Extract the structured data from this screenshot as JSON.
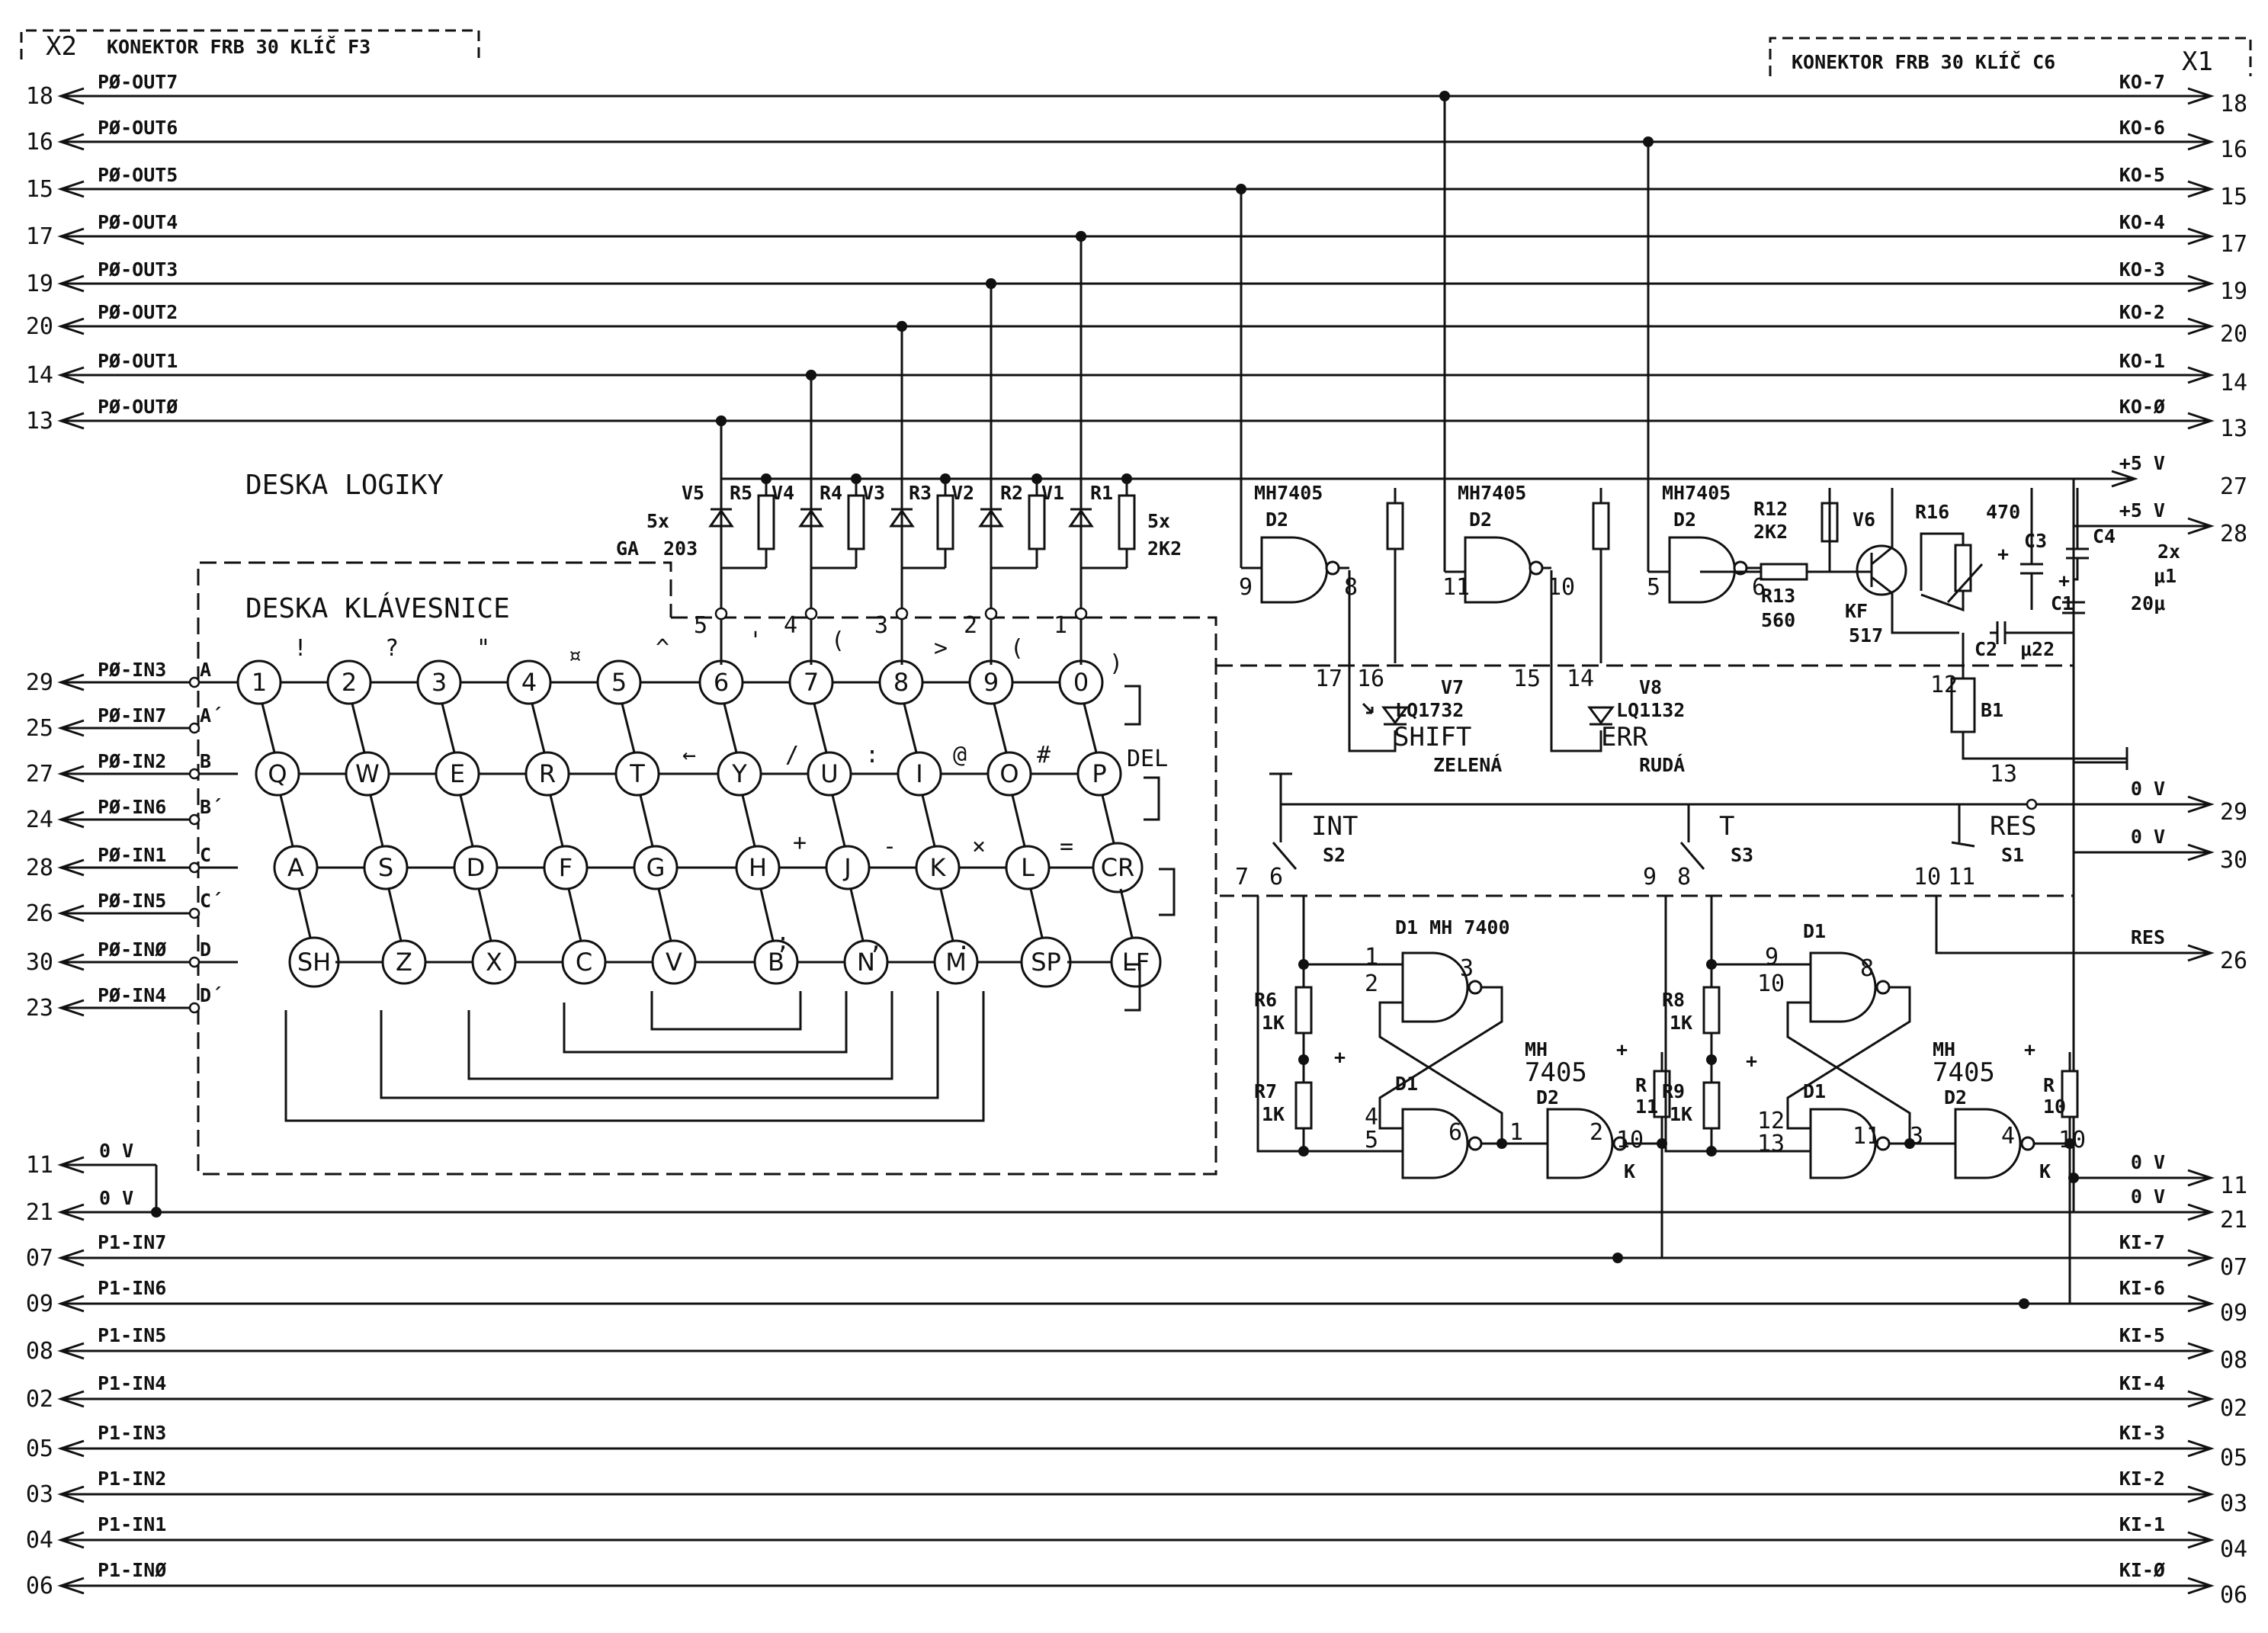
{
  "connector_x2": {
    "label": "X2",
    "title": "KONEKTOR FRB 30 KLÍČ F3"
  },
  "connector_x1": {
    "label": "X1",
    "title": "KONEKTOR FRB 30 KLÍČ C6"
  },
  "boards": {
    "logic": "DESKA LOGIKY",
    "keyboard": "DESKA KLÁVESNICE"
  },
  "out_lines": [
    {
      "lpin": "18",
      "lsig": "PØ-OUT7",
      "rsig": "KO-7",
      "rpin": "18"
    },
    {
      "lpin": "16",
      "lsig": "PØ-OUT6",
      "rsig": "KO-6",
      "rpin": "16"
    },
    {
      "lpin": "15",
      "lsig": "PØ-OUT5",
      "rsig": "KO-5",
      "rpin": "15"
    },
    {
      "lpin": "17",
      "lsig": "PØ-OUT4",
      "rsig": "KO-4",
      "rpin": "17"
    },
    {
      "lpin": "19",
      "lsig": "PØ-OUT3",
      "rsig": "KO-3",
      "rpin": "19"
    },
    {
      "lpin": "20",
      "lsig": "PØ-OUT2",
      "rsig": "KO-2",
      "rpin": "20"
    },
    {
      "lpin": "14",
      "lsig": "PØ-OUT1",
      "rsig": "KO-1",
      "rpin": "14"
    },
    {
      "lpin": "13",
      "lsig": "PØ-OUTØ",
      "rsig": "KO-Ø",
      "rpin": "13"
    }
  ],
  "in_lines": [
    {
      "lpin": "29",
      "lsig": "PØ-IN3",
      "row": "A"
    },
    {
      "lpin": "25",
      "lsig": "PØ-IN7",
      "row": "A´"
    },
    {
      "lpin": "27",
      "lsig": "PØ-IN2",
      "row": "B"
    },
    {
      "lpin": "24",
      "lsig": "PØ-IN6",
      "row": "B´"
    },
    {
      "lpin": "28",
      "lsig": "PØ-IN1",
      "row": "C"
    },
    {
      "lpin": "26",
      "lsig": "PØ-IN5",
      "row": "C´"
    },
    {
      "lpin": "30",
      "lsig": "PØ-INØ",
      "row": "D"
    },
    {
      "lpin": "23",
      "lsig": "PØ-IN4",
      "row": "D´"
    }
  ],
  "ground_left": [
    {
      "lpin": "11",
      "lsig": "0 V"
    },
    {
      "lpin": "21",
      "lsig": "0 V"
    }
  ],
  "ki_lines": [
    {
      "lpin": "07",
      "lsig": "P1-IN7",
      "rsig": "KI-7",
      "rpin": "07"
    },
    {
      "lpin": "09",
      "lsig": "P1-IN6",
      "rsig": "KI-6",
      "rpin": "09"
    },
    {
      "lpin": "08",
      "lsig": "P1-IN5",
      "rsig": "KI-5",
      "rpin": "08"
    },
    {
      "lpin": "02",
      "lsig": "P1-IN4",
      "rsig": "KI-4",
      "rpin": "02"
    },
    {
      "lpin": "05",
      "lsig": "P1-IN3",
      "rsig": "KI-3",
      "rpin": "05"
    },
    {
      "lpin": "03",
      "lsig": "P1-IN2",
      "rsig": "KI-2",
      "rpin": "03"
    },
    {
      "lpin": "04",
      "lsig": "P1-IN1",
      "rsig": "KI-1",
      "rpin": "04"
    },
    {
      "lpin": "06",
      "lsig": "P1-INØ",
      "rsig": "KI-Ø",
      "rpin": "06"
    }
  ],
  "right_power": [
    {
      "sig": "+5 V",
      "pin": "27"
    },
    {
      "sig": "+5 V",
      "pin": "28"
    },
    {
      "sig": "0 V",
      "pin": "29"
    },
    {
      "sig": "0 V",
      "pin": "30"
    },
    {
      "sig": "RES",
      "pin": "26"
    },
    {
      "sig": "0 V",
      "pin": "11"
    },
    {
      "sig": "0 V",
      "pin": "21"
    }
  ],
  "keys": [
    [
      "1",
      "2",
      "3",
      "4",
      "5",
      "6",
      "7",
      "8",
      "9",
      "0"
    ],
    [
      "Q",
      "W",
      "E",
      "R",
      "T",
      "Y",
      "U",
      "I",
      "O",
      "P"
    ],
    [
      "A",
      "S",
      "D",
      "F",
      "G",
      "H",
      "J",
      "K",
      "L",
      "CR"
    ],
    [
      "SH",
      "Z",
      "X",
      "C",
      "V",
      "B",
      "N",
      "M",
      "SP",
      "LF"
    ]
  ],
  "key_symbols": [
    "!",
    "?",
    "\"",
    "¤",
    "^",
    "'",
    "(",
    ">",
    "(",
    ")",
    "/",
    ":",
    "@",
    "#",
    "DEL",
    "+",
    "-",
    "×",
    "=",
    ";",
    ",",
    ".",
    "←"
  ],
  "column_numbers": [
    "5",
    "4",
    "3",
    "2",
    "1"
  ],
  "diode_labels": [
    "V5",
    "V4",
    "V3",
    "V2",
    "V1"
  ],
  "resistor_labels": [
    "R5",
    "R4",
    "R3",
    "R2",
    "R1"
  ],
  "diode_note": [
    "5x",
    "GA",
    "203"
  ],
  "resistor_note": [
    "5x",
    "2K2"
  ],
  "gates_top": [
    {
      "name": "MH7405",
      "ref": "D2",
      "pin_in": "9",
      "pin_out": "8"
    },
    {
      "name": "MH7405",
      "ref": "D2",
      "pin_in": "11",
      "pin_out": "10"
    },
    {
      "name": "MH7405",
      "ref": "D2",
      "pin_in": "5",
      "pin_out": "6"
    }
  ],
  "leds": [
    {
      "ref": "V7",
      "type": "LQ1732",
      "name": "SHIFT",
      "color": "ZELENÁ",
      "pins": [
        "17",
        "16"
      ]
    },
    {
      "ref": "V8",
      "type": "LQ1132",
      "name": "ERR",
      "color": "RUDÁ",
      "pins": [
        "15",
        "14"
      ]
    }
  ],
  "transistor": {
    "ref": "V6",
    "type": "KF",
    "num": "517"
  },
  "r12": [
    "R12",
    "2K2"
  ],
  "r13": [
    "R13",
    "560"
  ],
  "r16": [
    "R16",
    "470"
  ],
  "caps": {
    "c3": "C3",
    "c4": "C4",
    "c4val": [
      "2x",
      "μ1"
    ],
    "c1": "C1",
    "c1val": "20μ",
    "c2": "C2",
    "c2val": "μ22"
  },
  "buzzer": {
    "ref": "B1",
    "pin_top": "12",
    "pin_bot": "13"
  },
  "switches": [
    {
      "name": "INT",
      "ref": "S2",
      "pin_a": "7",
      "pin_b": "6"
    },
    {
      "name": "T",
      "ref": "S3",
      "pin_a": "9",
      "pin_b": "8"
    },
    {
      "name": "RES",
      "ref": "S1",
      "pin_a": "10",
      "pin_b": "11"
    }
  ],
  "flipflop_left": {
    "title": "D1 MH 7400",
    "pins": [
      "1",
      "2",
      "3",
      "4",
      "5",
      "6",
      "1",
      "2"
    ],
    "lower": "D1",
    "inv": [
      "MH",
      "7405",
      "D2"
    ],
    "r6": [
      "R6",
      "1K"
    ],
    "r7": [
      "R7",
      "1K"
    ],
    "r11": [
      "R",
      "11",
      "10",
      "K"
    ]
  },
  "flipflop_right": {
    "upper": "D1",
    "pins": [
      "9",
      "10",
      "8",
      "12",
      "13",
      "11",
      "3",
      "4"
    ],
    "lower": "D1",
    "inv": [
      "MH",
      "7405",
      "D2"
    ],
    "r8": [
      "R8",
      "1K"
    ],
    "r9": [
      "R9",
      "1K"
    ],
    "r10": [
      "R",
      "10",
      "10",
      "K"
    ]
  },
  "plus": "+"
}
